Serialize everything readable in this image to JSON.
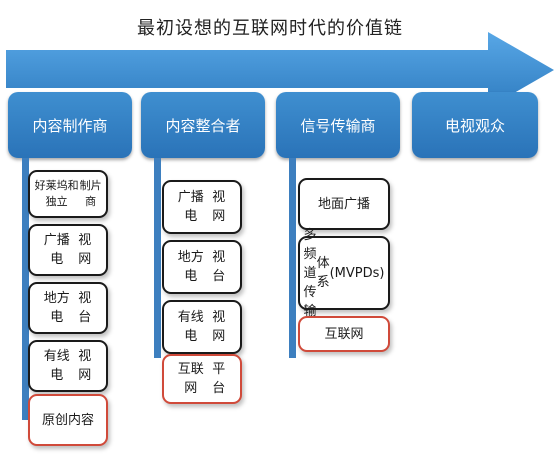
{
  "title": "最初设想的互联网时代的价值链",
  "colors": {
    "arrow": "#3e8fd3",
    "header": "#2f7cc0",
    "bar": "#3d7fbf",
    "highlight_border": "#d04a3a"
  },
  "columns": [
    {
      "header": "内容制作商",
      "items": [
        {
          "lines": [
            "好莱坞和独立",
            "制片商"
          ],
          "highlight": false
        },
        {
          "lines": [
            "广播电",
            "视网"
          ],
          "highlight": false
        },
        {
          "lines": [
            "地方电",
            "视台"
          ],
          "highlight": false
        },
        {
          "lines": [
            "有线电",
            "视网"
          ],
          "highlight": false
        },
        {
          "lines": [
            "原创内",
            "容"
          ],
          "highlight": true
        }
      ]
    },
    {
      "header": "内容整合者",
      "items": [
        {
          "lines": [
            "广播电",
            "视网"
          ],
          "highlight": false
        },
        {
          "lines": [
            "地方电",
            "视台"
          ],
          "highlight": false
        },
        {
          "lines": [
            "有线电",
            "视网"
          ],
          "highlight": false
        },
        {
          "lines": [
            "互联网",
            "平台"
          ],
          "highlight": true
        }
      ]
    },
    {
      "header": "信号传输商",
      "items": [
        {
          "lines": [
            "地面广",
            "播"
          ],
          "highlight": false
        },
        {
          "lines": [
            "多频道传输",
            "体系",
            "(MVPDs)"
          ],
          "highlight": false
        },
        {
          "lines": [
            "互联网"
          ],
          "highlight": true
        }
      ]
    },
    {
      "header": "电视观众",
      "items": []
    }
  ]
}
